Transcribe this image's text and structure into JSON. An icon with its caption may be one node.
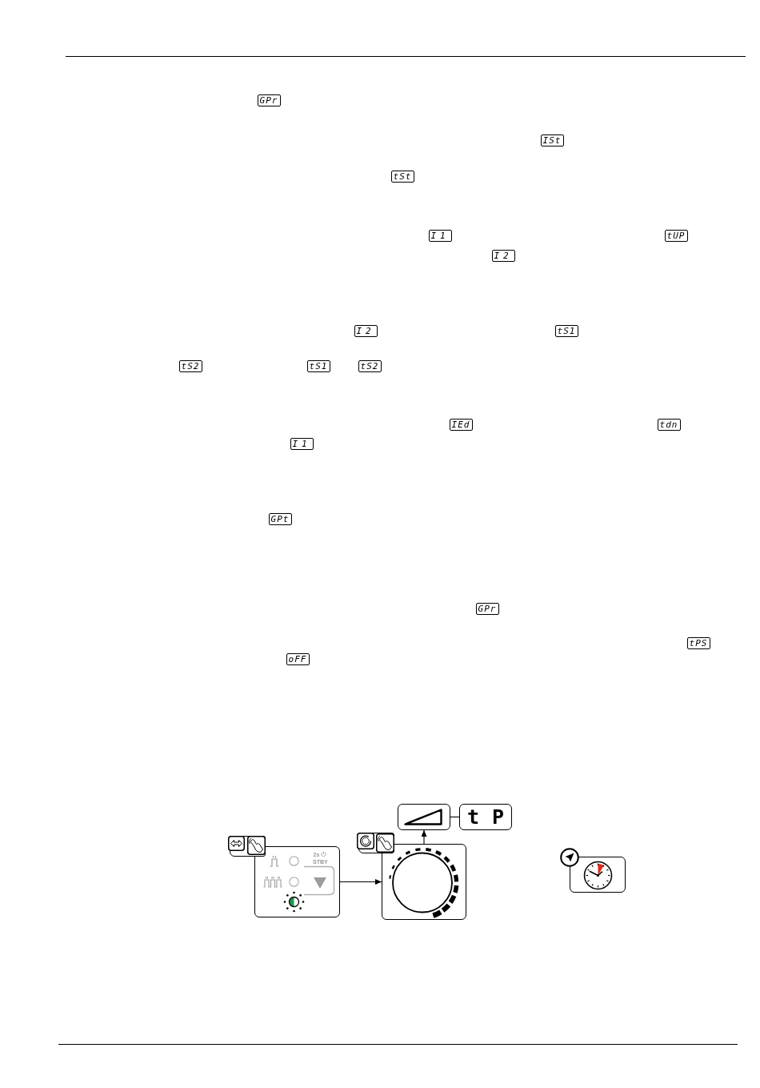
{
  "diagram": {
    "nodes": [
      {
        "text": [
          "2s",
          "STBY"
        ]
      },
      {
        "text": [],
        "shape": "box"
      },
      {
        "text": [],
        "shape": "box"
      },
      {
        "text": [
          "tP"
        ]
      }
    ],
    "edges": [
      {
        "from": 0,
        "to": 2,
        "arrow": "to"
      },
      {
        "from": 2,
        "to": 1,
        "arrow": "to"
      },
      {
        "from": 1,
        "to": 3,
        "arrow": "none"
      }
    ],
    "labels": [
      "GPr",
      "ISt",
      "tSt",
      "I1",
      "tUP",
      "I2",
      "I2",
      "tS1",
      "tS2",
      "tS1",
      "tS2",
      "IEd",
      "tdn",
      "I1",
      "GPt",
      "GPr",
      "tPS",
      "oFF"
    ]
  }
}
